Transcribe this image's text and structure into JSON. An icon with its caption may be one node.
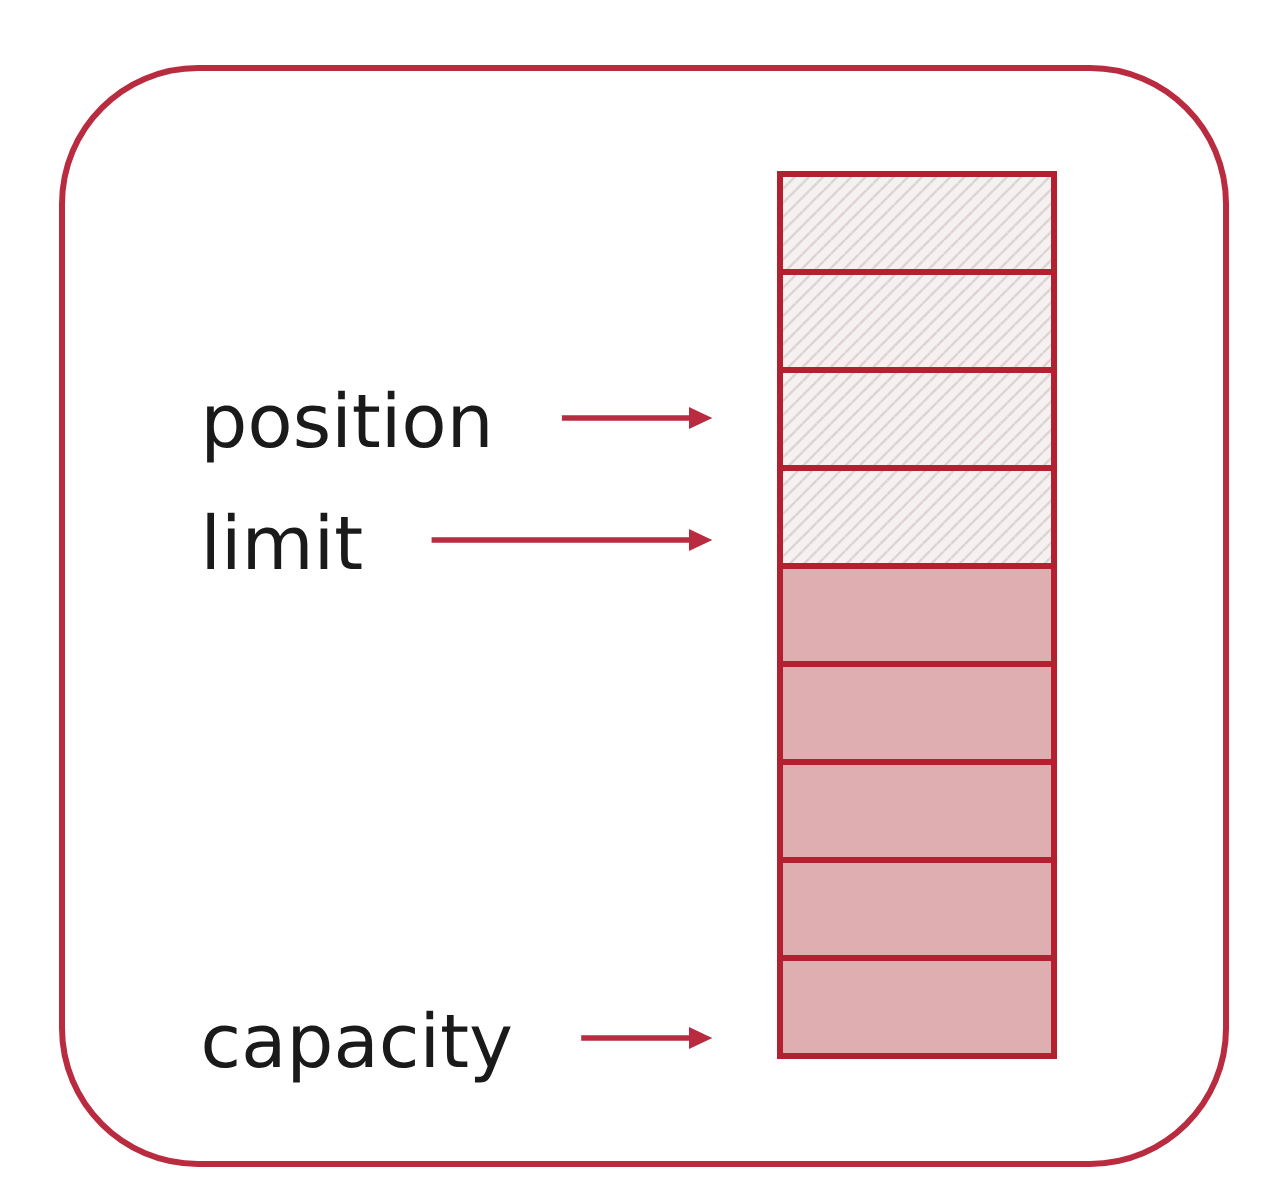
{
  "diagram": {
    "nodes": [
      {
        "text": [
          "position"
        ]
      },
      {
        "text": [
          "limit"
        ]
      },
      {
        "text": [
          "capacity"
        ]
      },
      {
        "text": [],
        "shape": "box"
      },
      {
        "text": [],
        "shape": "box"
      },
      {
        "text": [],
        "shape": "box"
      },
      {
        "text": [],
        "shape": "box"
      },
      {
        "text": [],
        "shape": "box"
      },
      {
        "text": [],
        "shape": "box"
      },
      {
        "text": [],
        "shape": "box"
      },
      {
        "text": [],
        "shape": "box"
      },
      {
        "text": [],
        "shape": "box"
      }
    ],
    "edges": [
      {
        "from": 0,
        "to": 5,
        "arrow": "to"
      },
      {
        "from": 1,
        "to": 6,
        "arrow": "to"
      },
      {
        "from": 2,
        "to": 11,
        "arrow": "to"
      }
    ]
  }
}
